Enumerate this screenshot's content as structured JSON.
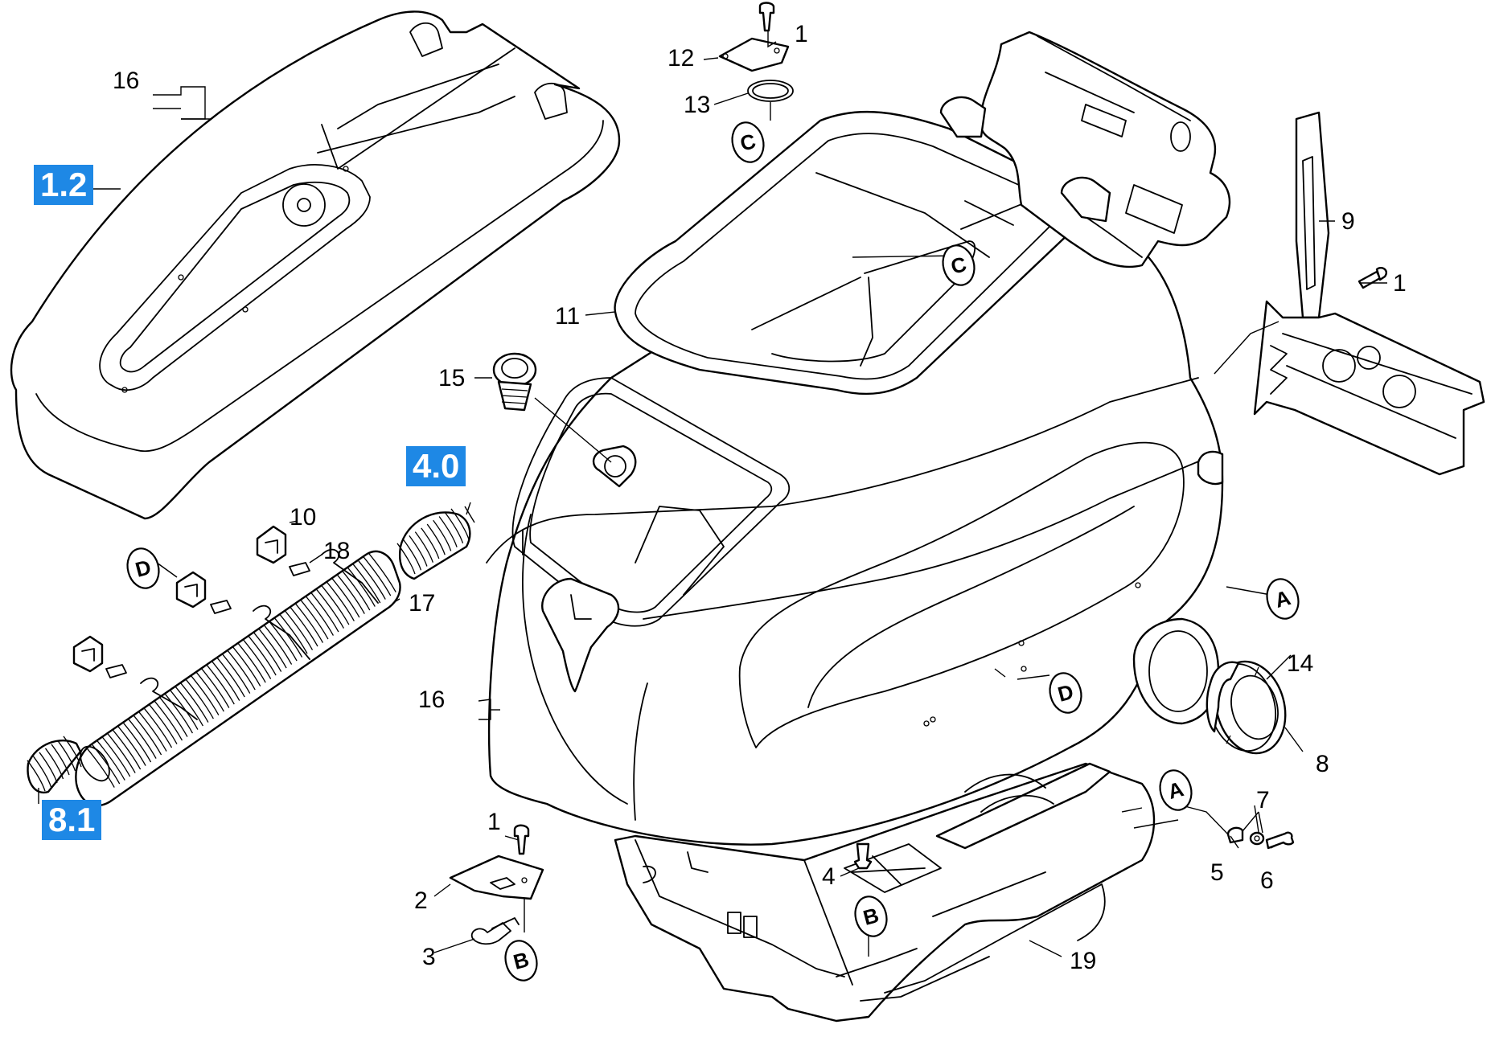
{
  "section_badges": {
    "tank_cover": "1.2",
    "hose_group_top": "4.0",
    "hose_group_bottom": "8.1"
  },
  "callouts": {
    "c1_top": "1",
    "c12": "12",
    "c13": "13",
    "c16_top": "16",
    "c11": "11",
    "c15": "15",
    "c9": "9",
    "c1_bracket": "1",
    "c10": "10",
    "c18": "18",
    "c17": "17",
    "c16_side": "16",
    "c14": "14",
    "c8": "8",
    "c7": "7",
    "c5": "5",
    "c6": "6",
    "c1_plate": "1",
    "c2": "2",
    "c3": "3",
    "c4": "4",
    "c19": "19"
  },
  "reference_markers": {
    "c_lid": "C",
    "c_tank": "C",
    "d_clip": "D",
    "d_body": "D",
    "a_body": "A",
    "a_screw": "A",
    "b_plate": "B",
    "b_base": "B"
  },
  "colors": {
    "badge_background": "#1e88e5",
    "badge_text": "#ffffff",
    "line": "#000000",
    "background": "#ffffff"
  }
}
